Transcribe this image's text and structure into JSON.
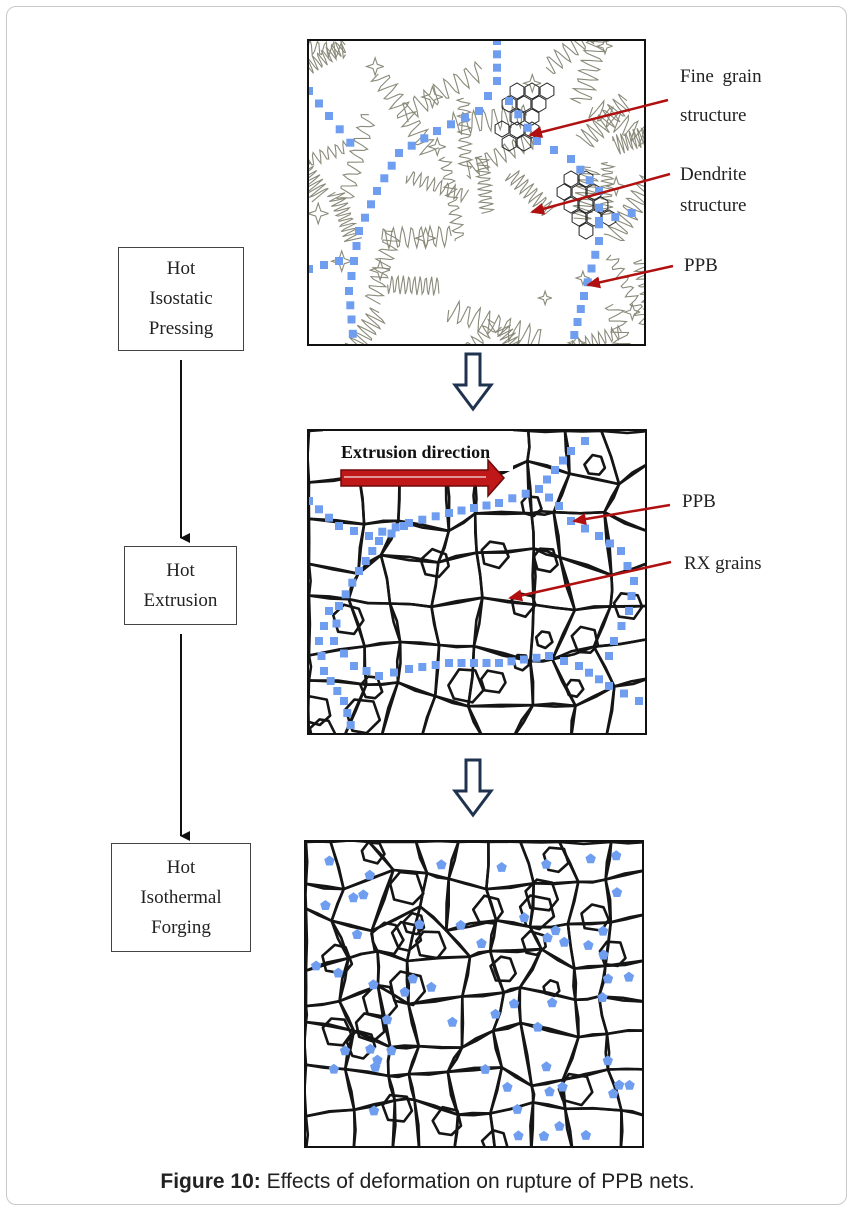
{
  "process_steps": [
    {
      "lines": [
        "Hot",
        "Isostatic",
        "Pressing"
      ]
    },
    {
      "lines": [
        "Hot",
        "Extrusion"
      ]
    },
    {
      "lines": [
        "Hot",
        "Isothermal",
        "Forging"
      ]
    }
  ],
  "panel1": {
    "labels": [
      "Fine grain",
      "structure",
      "Dendrite",
      "structure",
      "PPB"
    ]
  },
  "panel2": {
    "extrusion_label": "Extrusion direction",
    "labels": [
      "PPB",
      "RX grains"
    ]
  },
  "caption": {
    "figure_label": "Figure 10:",
    "text": " Effects of deformation on rupture of PPB nets."
  },
  "colors": {
    "ppb_dots": "#6f9ef0",
    "arrow_red": "#b01010",
    "down_arrow": "#1f3350",
    "grain_boundary": "#151515"
  }
}
